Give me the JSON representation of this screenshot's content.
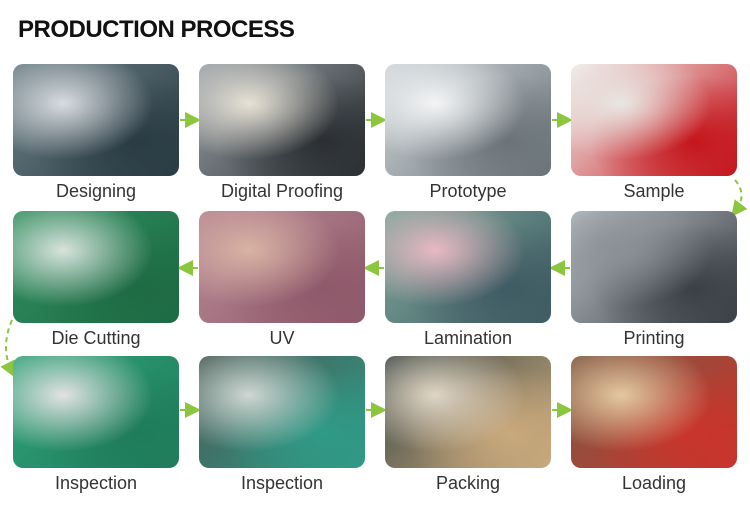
{
  "title": "PRODUCTION PROCESS",
  "accent_color": "#8cc63f",
  "steps": [
    {
      "label": "Designing",
      "colors": [
        "#6d7f86",
        "#2a3b44",
        "#d8dce0"
      ]
    },
    {
      "label": "Digital Proofing",
      "colors": [
        "#9aa3a8",
        "#2b2f33",
        "#e7e2d6"
      ]
    },
    {
      "label": "Prototype",
      "colors": [
        "#cfd6da",
        "#6b7479",
        "#f3f4f5"
      ]
    },
    {
      "label": "Sample",
      "colors": [
        "#f1f1ef",
        "#c4161c",
        "#e9e6e1"
      ]
    },
    {
      "label": "Printing",
      "colors": [
        "#b9c0c4",
        "#3a4046",
        "#8a9196"
      ]
    },
    {
      "label": "Lamination",
      "colors": [
        "#7fa89b",
        "#3f5b63",
        "#e8b9c4"
      ]
    },
    {
      "label": "UV",
      "colors": [
        "#b98a97",
        "#8e5a6b",
        "#d9b3a4"
      ]
    },
    {
      "label": "Die Cutting",
      "colors": [
        "#2f8f5f",
        "#1e6b44",
        "#d8e3dc"
      ]
    },
    {
      "label": "Inspection",
      "colors": [
        "#2fa37a",
        "#1f7c5b",
        "#e2e2e2"
      ]
    },
    {
      "label": "Inspection",
      "colors": [
        "#4a5a55",
        "#2f9a86",
        "#cfd7d3"
      ]
    },
    {
      "label": "Packing",
      "colors": [
        "#3f4a48",
        "#c9a97c",
        "#e0d6c6"
      ]
    },
    {
      "label": "Loading",
      "colors": [
        "#7a5a45",
        "#c9342b",
        "#e3c9a0"
      ]
    }
  ]
}
